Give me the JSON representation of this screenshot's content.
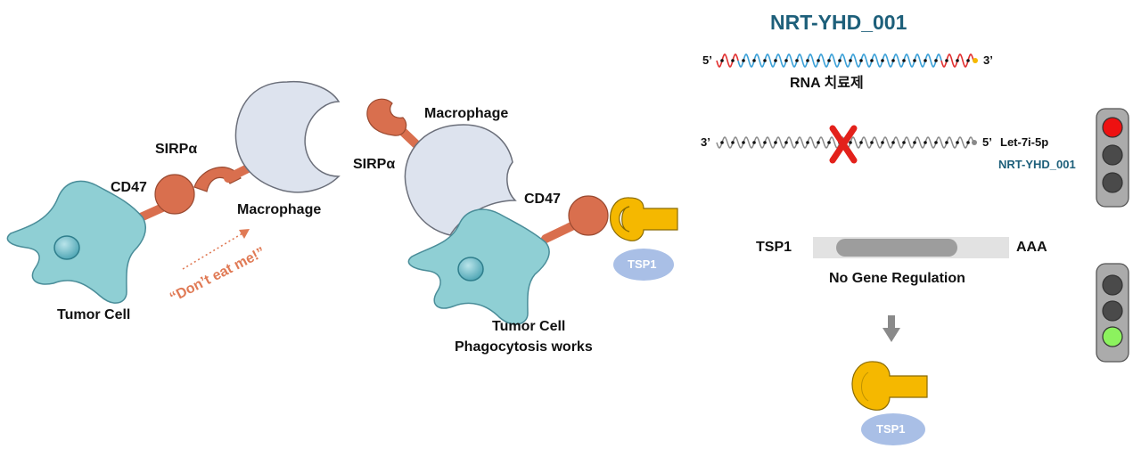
{
  "left_panel": {
    "tumor_cell": "Tumor Cell",
    "cd47": "CD47",
    "sirpa": "SIRPα",
    "macrophage": "Macrophage",
    "slogan": "“Don’t eat me!”"
  },
  "middle_panel": {
    "macrophage": "Macrophage",
    "sirpa": "SIRPα",
    "cd47": "CD47",
    "tsp1": "TSP1",
    "tumor_cell": "Tumor Cell",
    "phagocytosis": "Phagocytosis works"
  },
  "right_panel": {
    "title": "NRT-YHD_001",
    "strand1": {
      "five": "5’",
      "three": "3’"
    },
    "rna_label": "RNA 치료제",
    "strand2": {
      "three": "3’",
      "five": "5’",
      "mirna": "Let-7i-5p",
      "drug": "NRT-YHD_001"
    },
    "gene": {
      "tsp1": "TSP1",
      "aaa": "AAA",
      "status": "No Gene Regulation"
    },
    "tsp1_bottom": "TSP1"
  },
  "colors": {
    "cell_fill": "#8fcfd4",
    "cell_stroke": "#4a8d99",
    "nucleus": "#5fb3bf",
    "macrophage_fill": "#dde3ee",
    "macrophage_stroke": "#6b6f7a",
    "receptor": "#d96f4e",
    "tsp1_gold": "#f5b800",
    "tsp1_oval": "#a9bfe6",
    "light_red": "#ee1111",
    "light_green": "#8cf25e",
    "light_off": "#4a4a4a",
    "x_mark": "#e3211b",
    "title_teal": "#1d5f7a"
  },
  "traffic_lights": [
    {
      "state": "red"
    },
    {
      "state": "green"
    }
  ]
}
